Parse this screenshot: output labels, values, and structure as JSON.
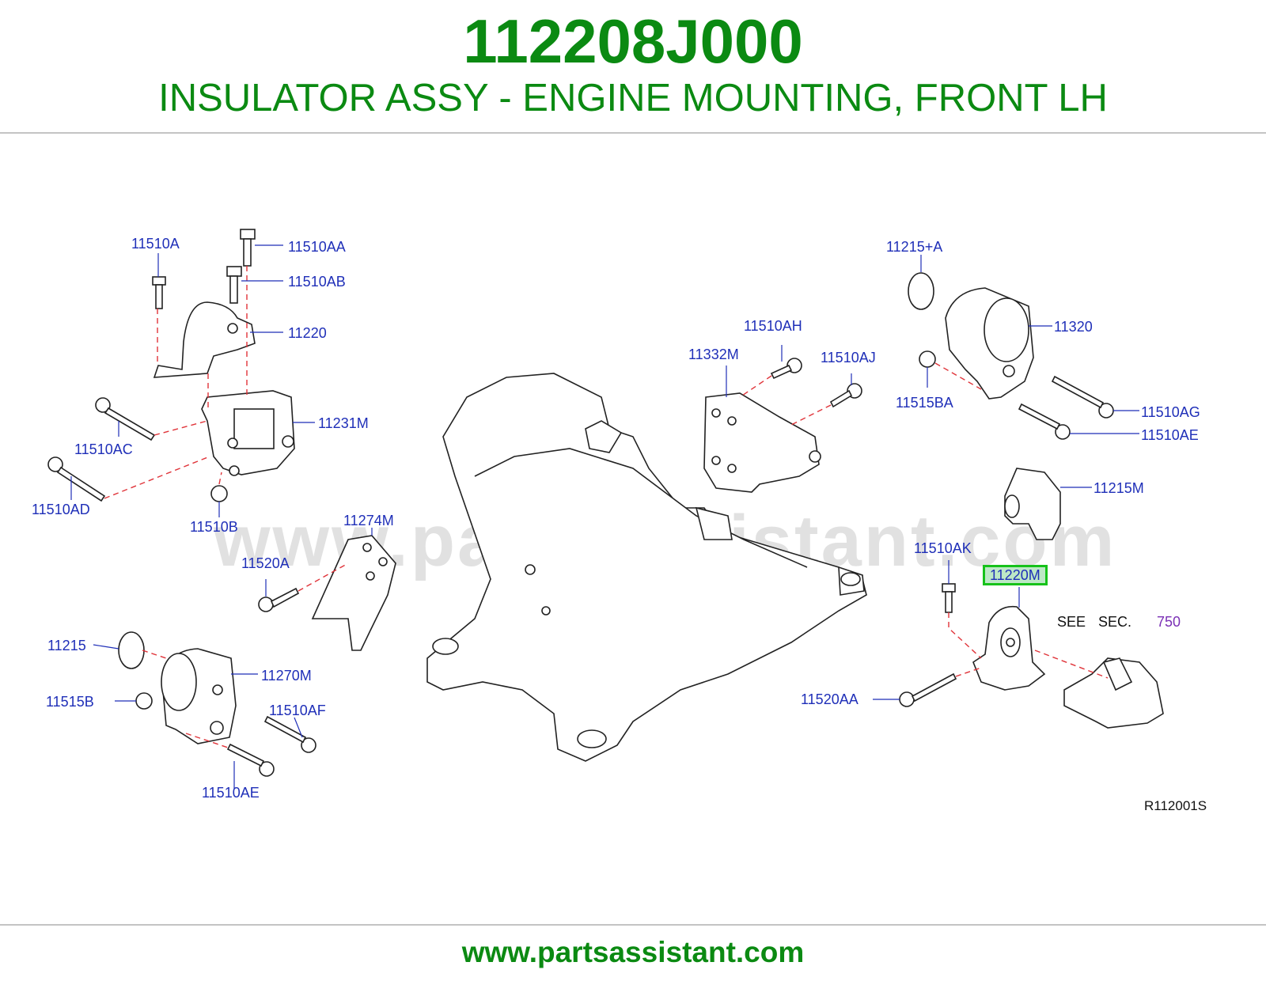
{
  "header": {
    "part_number": "112208J000",
    "description": "INSULATOR ASSY - ENGINE MOUNTING, FRONT LH"
  },
  "diagram": {
    "watermark": "www.partsassistant.com",
    "reference_code": "R112001S",
    "highlighted_part": "11220M",
    "see_sec": {
      "see": "SEE",
      "sec": "SEC.",
      "number": "750"
    },
    "callouts": [
      "11510A",
      "11510AA",
      "11510AB",
      "11220",
      "11231M",
      "11510AC",
      "11510AD",
      "11510B",
      "11274M",
      "11520A",
      "11215",
      "11270M",
      "11515B",
      "11510AF",
      "11510AE",
      "11510AH",
      "11332M",
      "11510AJ",
      "11215+A",
      "11320",
      "11515BA",
      "11510AG",
      "11510AE",
      "11215M",
      "11510AK",
      "11220M",
      "11520AA"
    ]
  },
  "colors": {
    "title_green": "#0b8a12",
    "callout_blue": "#1f2fb8",
    "highlight_border": "#16c21a",
    "highlight_fill": "#bde8c6",
    "section_purple": "#7a2fb5",
    "dash_red": "#e0343a"
  },
  "footer": {
    "url": "www.partsassistant.com"
  }
}
